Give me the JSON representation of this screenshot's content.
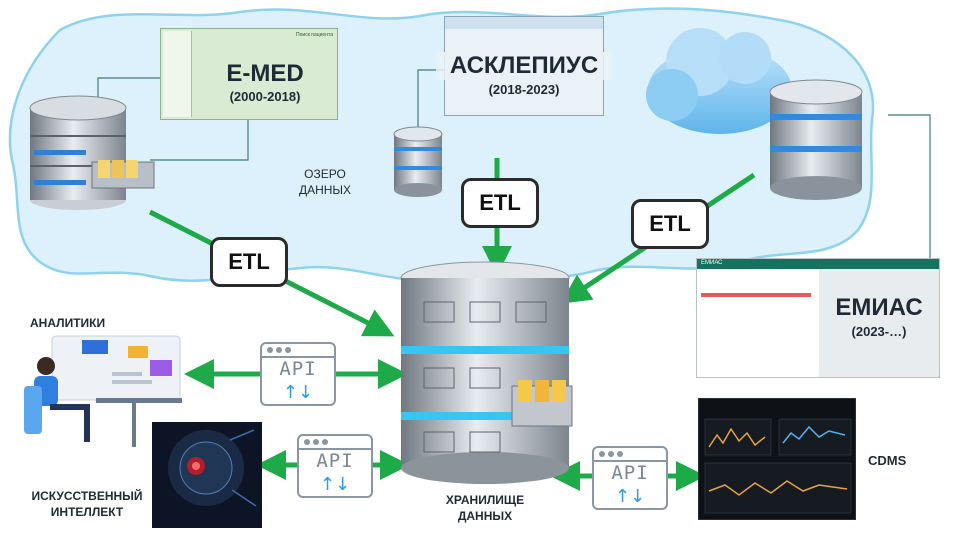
{
  "sources": {
    "emed": {
      "title": "E-MED",
      "years": "(2000-2018)",
      "window_title": "Поиск пациента"
    },
    "asklepius": {
      "title": "АСКЛЕПИУС",
      "years": "(2018-2023)"
    },
    "emias": {
      "title": "ЕМИАС",
      "years": "(2023-…)",
      "app_name": "ЕМИАС"
    }
  },
  "lake_label": "ОЗЕРО\nДАННЫХ",
  "etl_label": "ETL",
  "api_label": "API",
  "api_arrows": "↑↓",
  "warehouse_label": "ХРАНИЛИЩЕ\nДАННЫХ",
  "consumers": {
    "analytics": "АНАЛИТИКИ",
    "ai": "ИСКУССТВЕННЫЙ\nИНТЕЛЛЕКТ",
    "cdms": "CDMS"
  },
  "colors": {
    "lake_fill": "#dcf1fb",
    "lake_stroke": "#8fd2ee",
    "arrow_green": "#1faa4a",
    "etl_border": "#2b2b2b",
    "api_border": "#8a96a3",
    "api_arrows": "#2f9be0"
  },
  "icons": [
    "database-icon",
    "cloud-icon",
    "archive-cabinet-icon",
    "developer-at-desk-icon",
    "ai-robot-icon",
    "dashboard-icon"
  ]
}
